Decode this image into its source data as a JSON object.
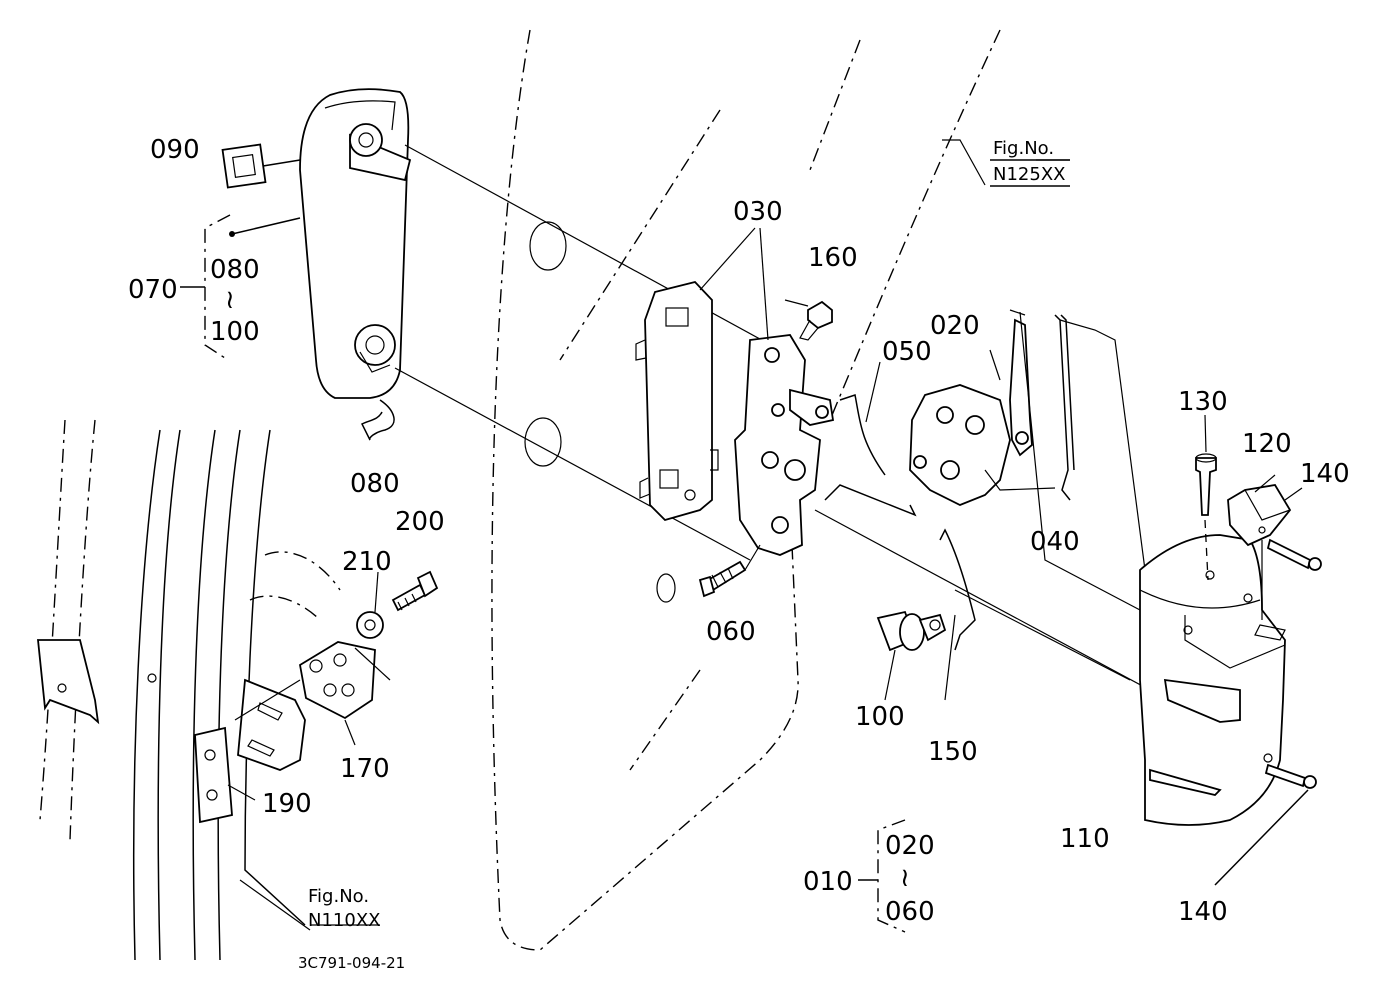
{
  "labels": {
    "l090": "090",
    "l070": "070",
    "l080a": "080",
    "l100a": "100",
    "l080b": "080",
    "l030": "030",
    "l160": "160",
    "l020": "020",
    "l050": "050",
    "l060": "060",
    "l040": "040",
    "l130": "130",
    "l120": "120",
    "l140a": "140",
    "l140b": "140",
    "l100b": "100",
    "l150": "150",
    "l110": "110",
    "l200": "200",
    "l210": "210",
    "l170": "170",
    "l190": "190",
    "l010": "010",
    "l020b": "020",
    "l060b": "060",
    "tilde": "≀"
  },
  "refs": {
    "fig_top_label": "Fig.No.",
    "fig_top_code": "N125XX",
    "fig_bottom_label": "Fig.No.",
    "fig_bottom_code": "N110XX"
  },
  "drawing_code": "3C791-094-21"
}
